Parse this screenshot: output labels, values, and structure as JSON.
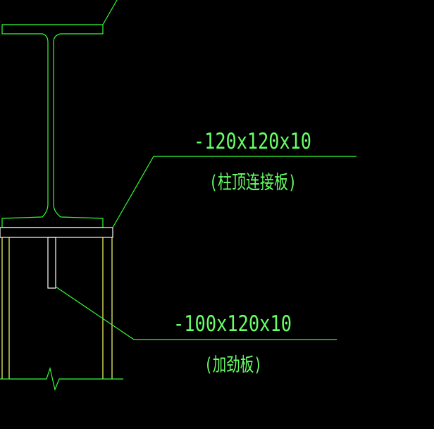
{
  "colors": {
    "background": "#000000",
    "line_green": "#33ff33",
    "text_green": "#66ff66",
    "plate_white": "#ffffff",
    "column_yellow": "#ffff66"
  },
  "annotations": {
    "top_plate": {
      "dimension": "-120x120x10",
      "name": "(柱顶连接板)"
    },
    "stiffener": {
      "dimension": "-100x120x10",
      "name": "(加劲板)"
    }
  }
}
